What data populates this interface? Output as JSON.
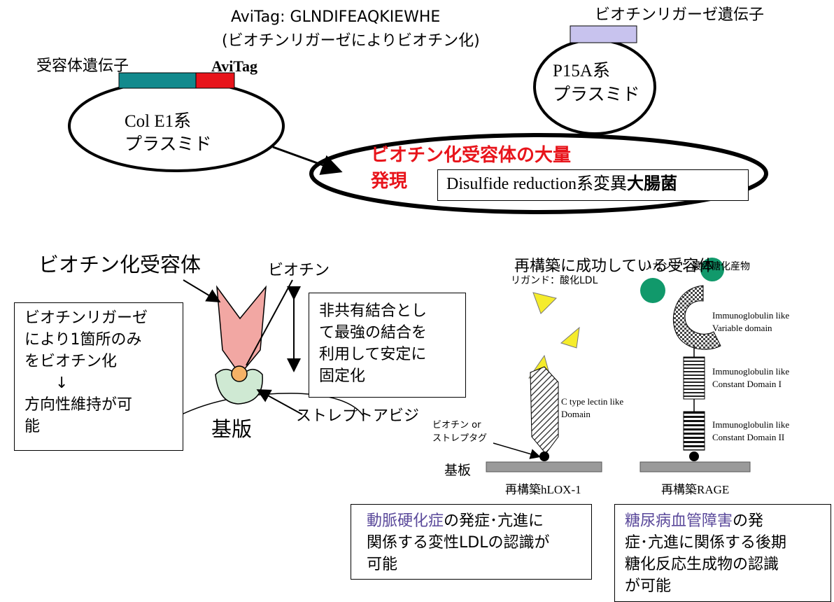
{
  "top": {
    "avitag_seq": "AviTag: GLNDIFEAQKIEWHE",
    "avitag_note": "(ビオチンリガーゼによりビオチン化)",
    "receptor_gene": "受容体遺伝子",
    "avitag_label": "AviTag",
    "plasmid1": [
      "Col E1系",
      "プラスミド"
    ],
    "ligase_gene": "ビオチンリガーゼ遺伝子",
    "plasmid2": [
      "P15A系",
      "プラスミド"
    ],
    "expression": [
      "ビオチン化受容体の大量",
      "発現"
    ],
    "strain_prefix": "Disulfide reduction系変異",
    "strain_bold": "大腸菌"
  },
  "left": {
    "biotinylated_receptor": "ビオチン化受容体",
    "biotin": "ビオチン",
    "note_lines": "ビオチンリガーゼ\nにより1箇所のみ\nをビオチン化\n　　↓\n方向性維持が可\n能",
    "binding_lines": "非共有結合とし\nて最強の結合を\n利用して安定に\n固定化",
    "streptavidin": "ストレプトアビジ",
    "substrate": "基版"
  },
  "right": {
    "title": "再構築に成功している受容体",
    "ligand1": "リガンド：酸化LDL",
    "ligand2": "リガンド：最終糖化産物",
    "variable_domain": [
      "Immunoglobulin like",
      "Variable domain"
    ],
    "constant_domain1": [
      "Immunoglobulin like",
      "Constant Domain I"
    ],
    "constant_domain2": [
      "Immunoglobulin like",
      "Constant Domain II"
    ],
    "lectin_domain": [
      "C type lectin like",
      "Domain"
    ],
    "biotin_tag": [
      "ビオチン or",
      "ストレプタグ"
    ],
    "substrate": "基板",
    "hlox": "再構築hLOX-1",
    "rage": "再構築RAGE"
  },
  "bottom": {
    "box1_highlight": "動脈硬化症",
    "box1_rest": "の発症･亢進に\n関係する変性LDLの認識が\n可能",
    "box2_highlight": "糖尿病血管障害",
    "box2_rest": "の発\n症･亢進に関係する後期\n糖化反応生成物の認識\nが可能"
  },
  "colors": {
    "teal": "#128a8d",
    "red": "#e8141b",
    "lavender": "#c8c3ee",
    "pink": "#f2a7a3",
    "green": "#11996b",
    "yellow": "#f5ec2c",
    "purple": "#5b4a9b"
  }
}
